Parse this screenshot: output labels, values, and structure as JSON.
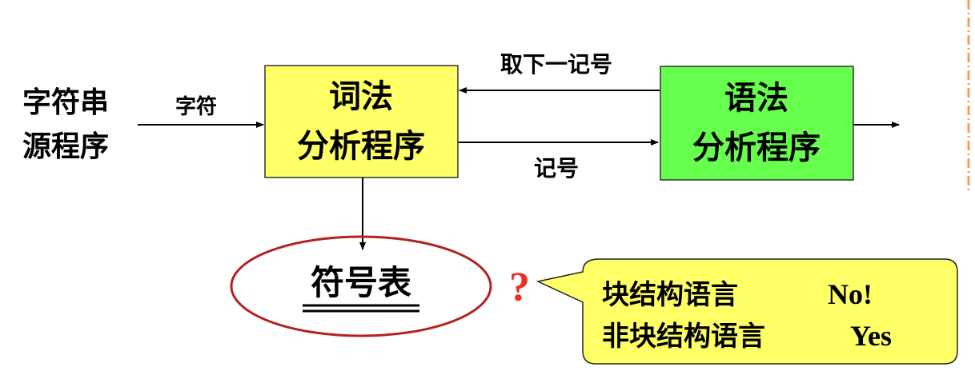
{
  "source": {
    "line1": "字符串",
    "line2": "源程序"
  },
  "char_label": "字符",
  "lexer": {
    "line1": "词法",
    "line2": "分析程序",
    "fill": "#ffff66"
  },
  "parser": {
    "line1": "语法",
    "line2": "分析程序",
    "fill": "#66ff4d"
  },
  "request_label": "取下一记号",
  "token_label": "记号",
  "symbol_table": "符号表",
  "question_mark": "?",
  "callout": {
    "row1_text": "块结构语言",
    "row1_answer": "No!",
    "row2_text": "非块结构语言",
    "row2_answer": "Yes",
    "fill": "#ffff66"
  },
  "colors": {
    "ellipse": "#b22222",
    "question": "#e8302a",
    "divider": "#f0a060"
  }
}
